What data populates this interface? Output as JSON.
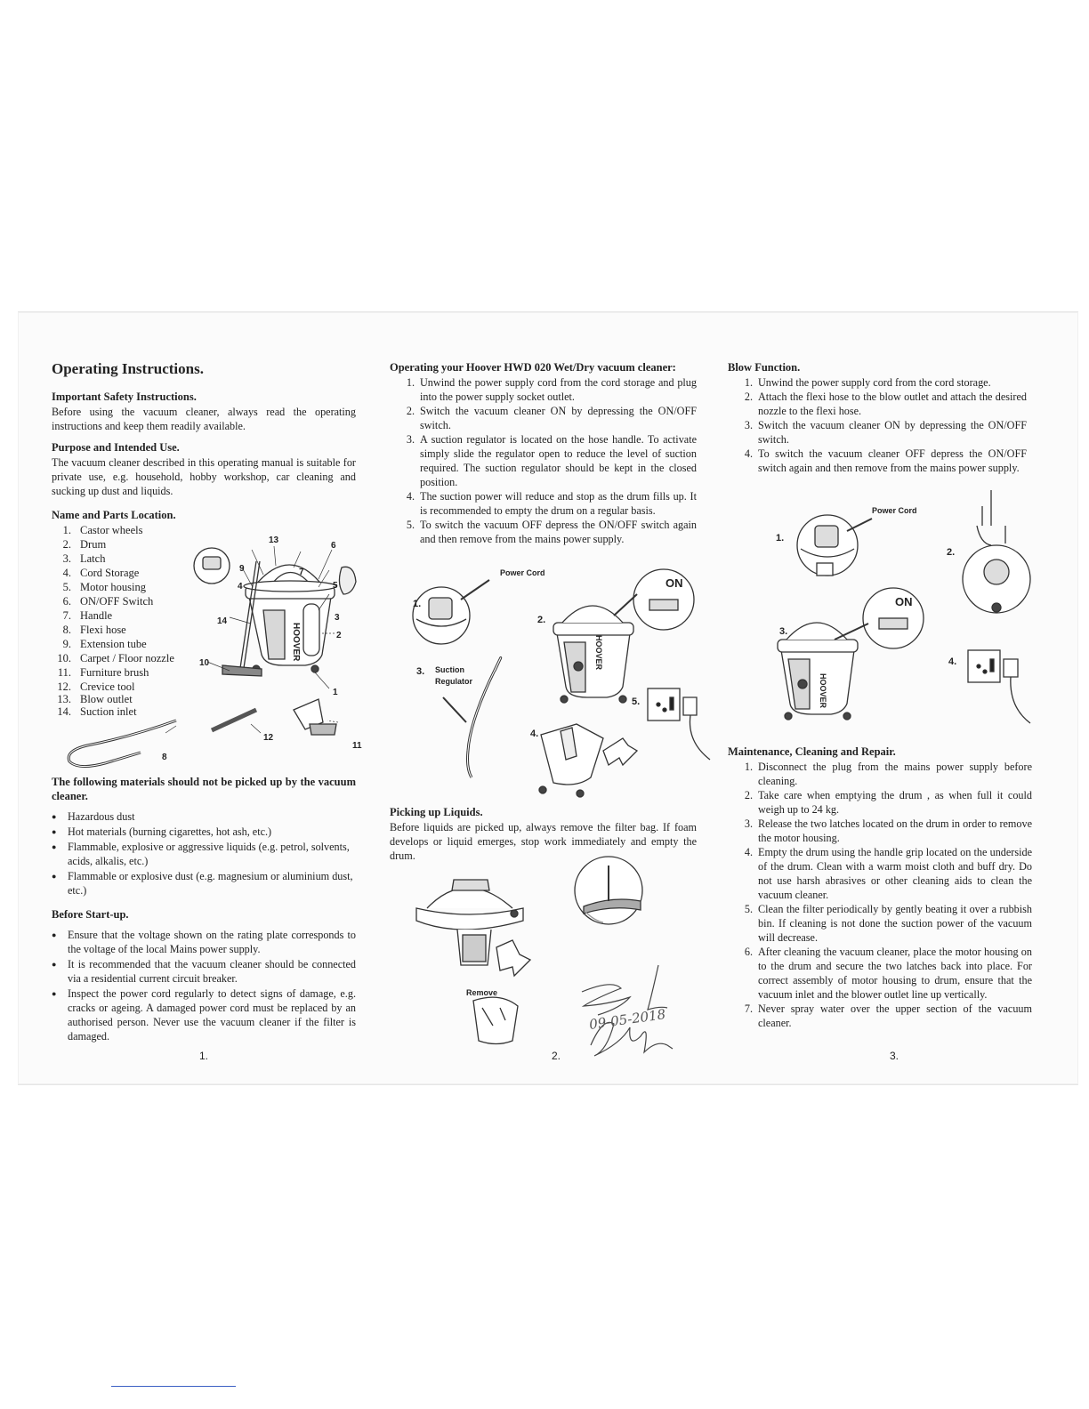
{
  "page1": {
    "title": "Operating Instructions.",
    "safety": {
      "heading": "Important Safety Instructions.",
      "text": "Before using the vacuum cleaner, always read the operating instructions and keep them readily available."
    },
    "purpose": {
      "heading": "Purpose and Intended Use.",
      "text": "The vacuum cleaner described in this operating manual is suitable for private use, e.g. household, hobby workshop, car cleaning and sucking up dust and liquids."
    },
    "parts": {
      "heading": "Name and Parts Location.",
      "items": [
        "Castor wheels",
        "Drum",
        "Latch",
        "Cord Storage",
        "Motor housing",
        "ON/OFF Switch",
        "Handle",
        "Flexi hose",
        "Extension tube",
        "Carpet / Floor nozzle",
        "Furniture brush",
        "Crevice tool",
        "Blow outlet",
        "Suction inlet"
      ],
      "numbers": [
        "1.",
        "2.",
        "3.",
        "4.",
        "5.",
        "6.",
        "7.",
        "8.",
        "9.",
        "10.",
        "11.",
        "12.",
        "13.",
        "14."
      ],
      "callouts": [
        "13",
        "6",
        "9",
        "7",
        "4",
        "5",
        "3",
        "14",
        "2",
        "10",
        "1",
        "12",
        "11",
        "8"
      ],
      "brand": "HOOVER"
    },
    "materials": {
      "heading": "The following materials should not be picked up by the vacuum cleaner.",
      "items": [
        "Hazardous dust",
        "Hot materials (burning cigarettes, hot ash, etc.)",
        "Flammable, explosive or aggressive liquids (e.g. petrol, solvents, acids, alkalis, etc.)",
        "Flammable or explosive dust (e.g. magnesium or aluminium dust, etc.)"
      ]
    },
    "startup": {
      "heading": "Before Start-up.",
      "items": [
        "Ensure that the voltage shown on the rating plate corresponds to the voltage of the local Mains power supply.",
        "It is recommended that the vacuum cleaner should be connected via a residential current circuit breaker.",
        "Inspect the power cord regularly to detect signs of damage, e.g. cracks or ageing. A damaged power cord must be replaced by an authorised person. Never use the vacuum cleaner if the filter is damaged."
      ]
    },
    "page_number": "1."
  },
  "page2": {
    "heading": "Operating your Hoover HWD 020 Wet/Dry vacuum cleaner:",
    "numbers": [
      "1.",
      "2.",
      "3.",
      "4.",
      "5."
    ],
    "steps": [
      "Unwind the power supply cord from the cord storage and plug into the power supply socket outlet.",
      "Switch the vacuum cleaner ON by depressing the ON/OFF switch.",
      "A suction regulator is located on the hose handle. To activate simply slide the regulator open to reduce the level of suction required. The suction regulator should be kept in the closed position.",
      "The suction power will reduce and stop as the drum fills up. It is recommended to empty the drum on a regular basis.",
      "To switch the vacuum OFF depress the ON/OFF switch again and then remove from the mains power supply."
    ],
    "figure": {
      "power_cord": "Power Cord",
      "on": "ON",
      "suction": "Suction",
      "regulator": "Regulator",
      "step_labels": [
        "1.",
        "2.",
        "3.",
        "4.",
        "5."
      ],
      "brand": "HOOVER"
    },
    "liquids": {
      "heading": "Picking up Liquids.",
      "text": "Before liquids are picked up, always remove the filter bag. If foam develops or liquid emerges, stop work immediately and empty the drum."
    },
    "remove_label": "Remove",
    "handwritten_date": "09-05-2018",
    "page_number": "2."
  },
  "page3": {
    "blow": {
      "heading": "Blow Function.",
      "numbers": [
        "1.",
        "2.",
        "3.",
        "4."
      ],
      "steps": [
        "Unwind the power supply cord from the cord storage.",
        "Attach the flexi hose to the blow outlet and attach the desired nozzle to the flexi hose.",
        "Switch the vacuum cleaner ON by depressing the ON/OFF switch.",
        "To switch the vacuum cleaner OFF depress the ON/OFF switch again and then remove from the mains power supply."
      ]
    },
    "figure": {
      "power_cord": "Power Cord",
      "on": "ON",
      "step_labels": [
        "1.",
        "2.",
        "3.",
        "4."
      ],
      "brand": "HOOVER"
    },
    "maintenance": {
      "heading": "Maintenance, Cleaning and Repair.",
      "numbers": [
        "1.",
        "2.",
        "3.",
        "4.",
        "5.",
        "6.",
        "7."
      ],
      "steps": [
        "Disconnect the plug from the mains power supply before cleaning.",
        "Take care when emptying the drum , as when full it could weigh up to 24 kg.",
        "Release the two latches located on the drum in order to remove the motor housing.",
        "Empty the drum using the handle grip located on the underside of the drum. Clean with a warm moist cloth and buff dry. Do not use harsh abrasives or other cleaning aids to clean the vacuum cleaner.",
        "Clean the filter periodically by gently beating it over a rubbish bin. If cleaning is not done the suction power of the vacuum will decrease.",
        "After cleaning the vacuum cleaner, place the motor housing on to the drum and secure the two latches back into place. For correct assembly of motor housing to drum, ensure that the vacuum inlet and the blower outlet line up vertically.",
        "Never spray water over the upper section of the vacuum cleaner."
      ]
    },
    "page_number": "3."
  }
}
